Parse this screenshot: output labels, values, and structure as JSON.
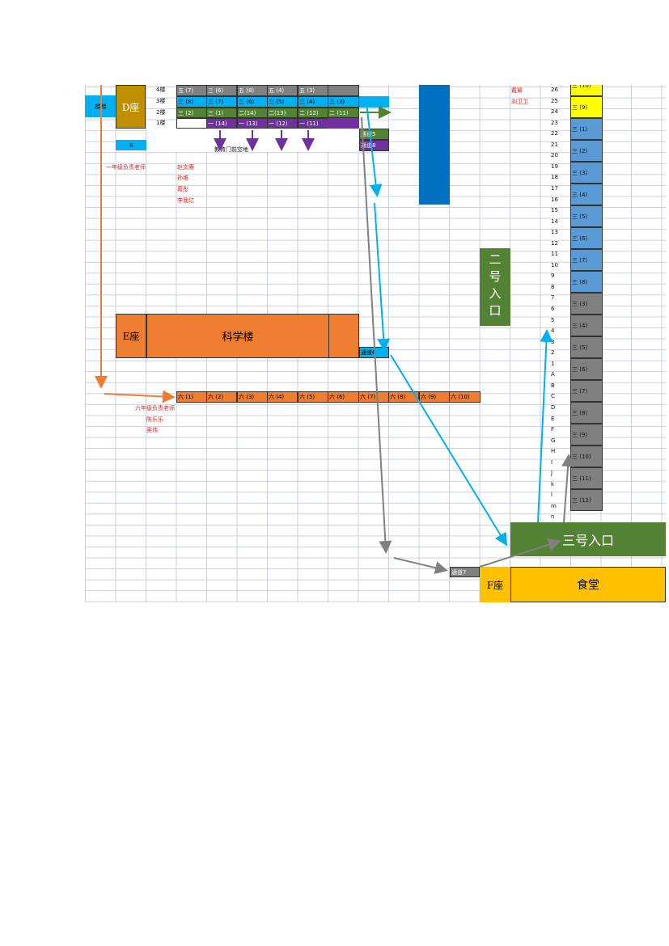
{
  "sheet": {
    "stairs": "楼梯",
    "d_block": "D座",
    "floors": [
      "4楼",
      "3楼",
      "2楼",
      "1楼"
    ],
    "floor4": [
      "五 (7)",
      "三 (6)",
      "五 (8)",
      "五 (4)",
      "五 (3)"
    ],
    "floor3": [
      "三 (8)",
      "三 (7)",
      "三 (6)",
      "三 (5)",
      "三 (4)",
      "三 (3)"
    ],
    "floor2": [
      "三 (2)",
      "三 (1)",
      "二(14)",
      "二(13)",
      "二 (12)",
      "二 (11)"
    ],
    "floor1": [
      "一 (14)",
      "一 (13)",
      "一 (12)",
      "一 (11)"
    ],
    "b_label": "B",
    "yard_label": "教育门前空地",
    "grade1_title": "一年级负责老师",
    "grade1_teachers": [
      "赵文赓",
      "孙维",
      "葛彤",
      "李我亿"
    ],
    "passage5": "通道5",
    "passage8": "通道8",
    "passage6": "通道6",
    "passage7": "通道7",
    "e_block": "E座",
    "science_building": "科学楼",
    "grade6_classes": [
      "六 (1)",
      "六 (2)",
      "六 (3)",
      "六 (4)",
      "六 (5)",
      "六 (6)",
      "六 (7)",
      "六 (8)",
      "六 (9)",
      "六 (10)"
    ],
    "grade6_title": "六年级负责老师",
    "grade6_teachers": [
      "陈乐乐",
      "吴伟"
    ],
    "entrance2": [
      "二",
      "号",
      "入",
      "口"
    ],
    "entrance3": "三号入口",
    "f_block": "F座",
    "canteen": "食堂",
    "right_teachers": [
      "戴幂",
      "刘卫卫"
    ],
    "row_numbers": [
      "26",
      "25",
      "24",
      "23",
      "22",
      "21",
      "20",
      "19",
      "18",
      "17",
      "16",
      "15",
      "14",
      "13",
      "12",
      "11",
      "10",
      "9",
      "8",
      "7",
      "6",
      "5",
      "4",
      "3",
      "2",
      "1",
      "A",
      "B",
      "C",
      "D",
      "E",
      "F",
      "G",
      "H",
      "I",
      "J",
      "k",
      "l",
      "m",
      "n"
    ],
    "column_classes": [
      "三 (10)",
      "三 (9)",
      "三 (1)",
      "三 (2)",
      "三 (3)",
      "三 (4)",
      "三 (5)",
      "三 (6)",
      "三 (7)",
      "三 (8)",
      "三 (3)",
      "三 (4)",
      "三 (5)",
      "三 (6)",
      "三 (7)",
      "三 (8)",
      "三 (9)",
      "三 (10)",
      "三 (11)",
      "三 (12)"
    ],
    "colors": {
      "yellow": "#ffff00",
      "blue": "#5b9bd5",
      "gray": "#808080",
      "green": "#548235",
      "orange": "#ed7d31",
      "purple": "#7030a0",
      "cyan": "#00b0f0",
      "gold": "#bf8f00",
      "dark_blue": "#0070c0",
      "canteen_yellow": "#ffc000"
    }
  }
}
